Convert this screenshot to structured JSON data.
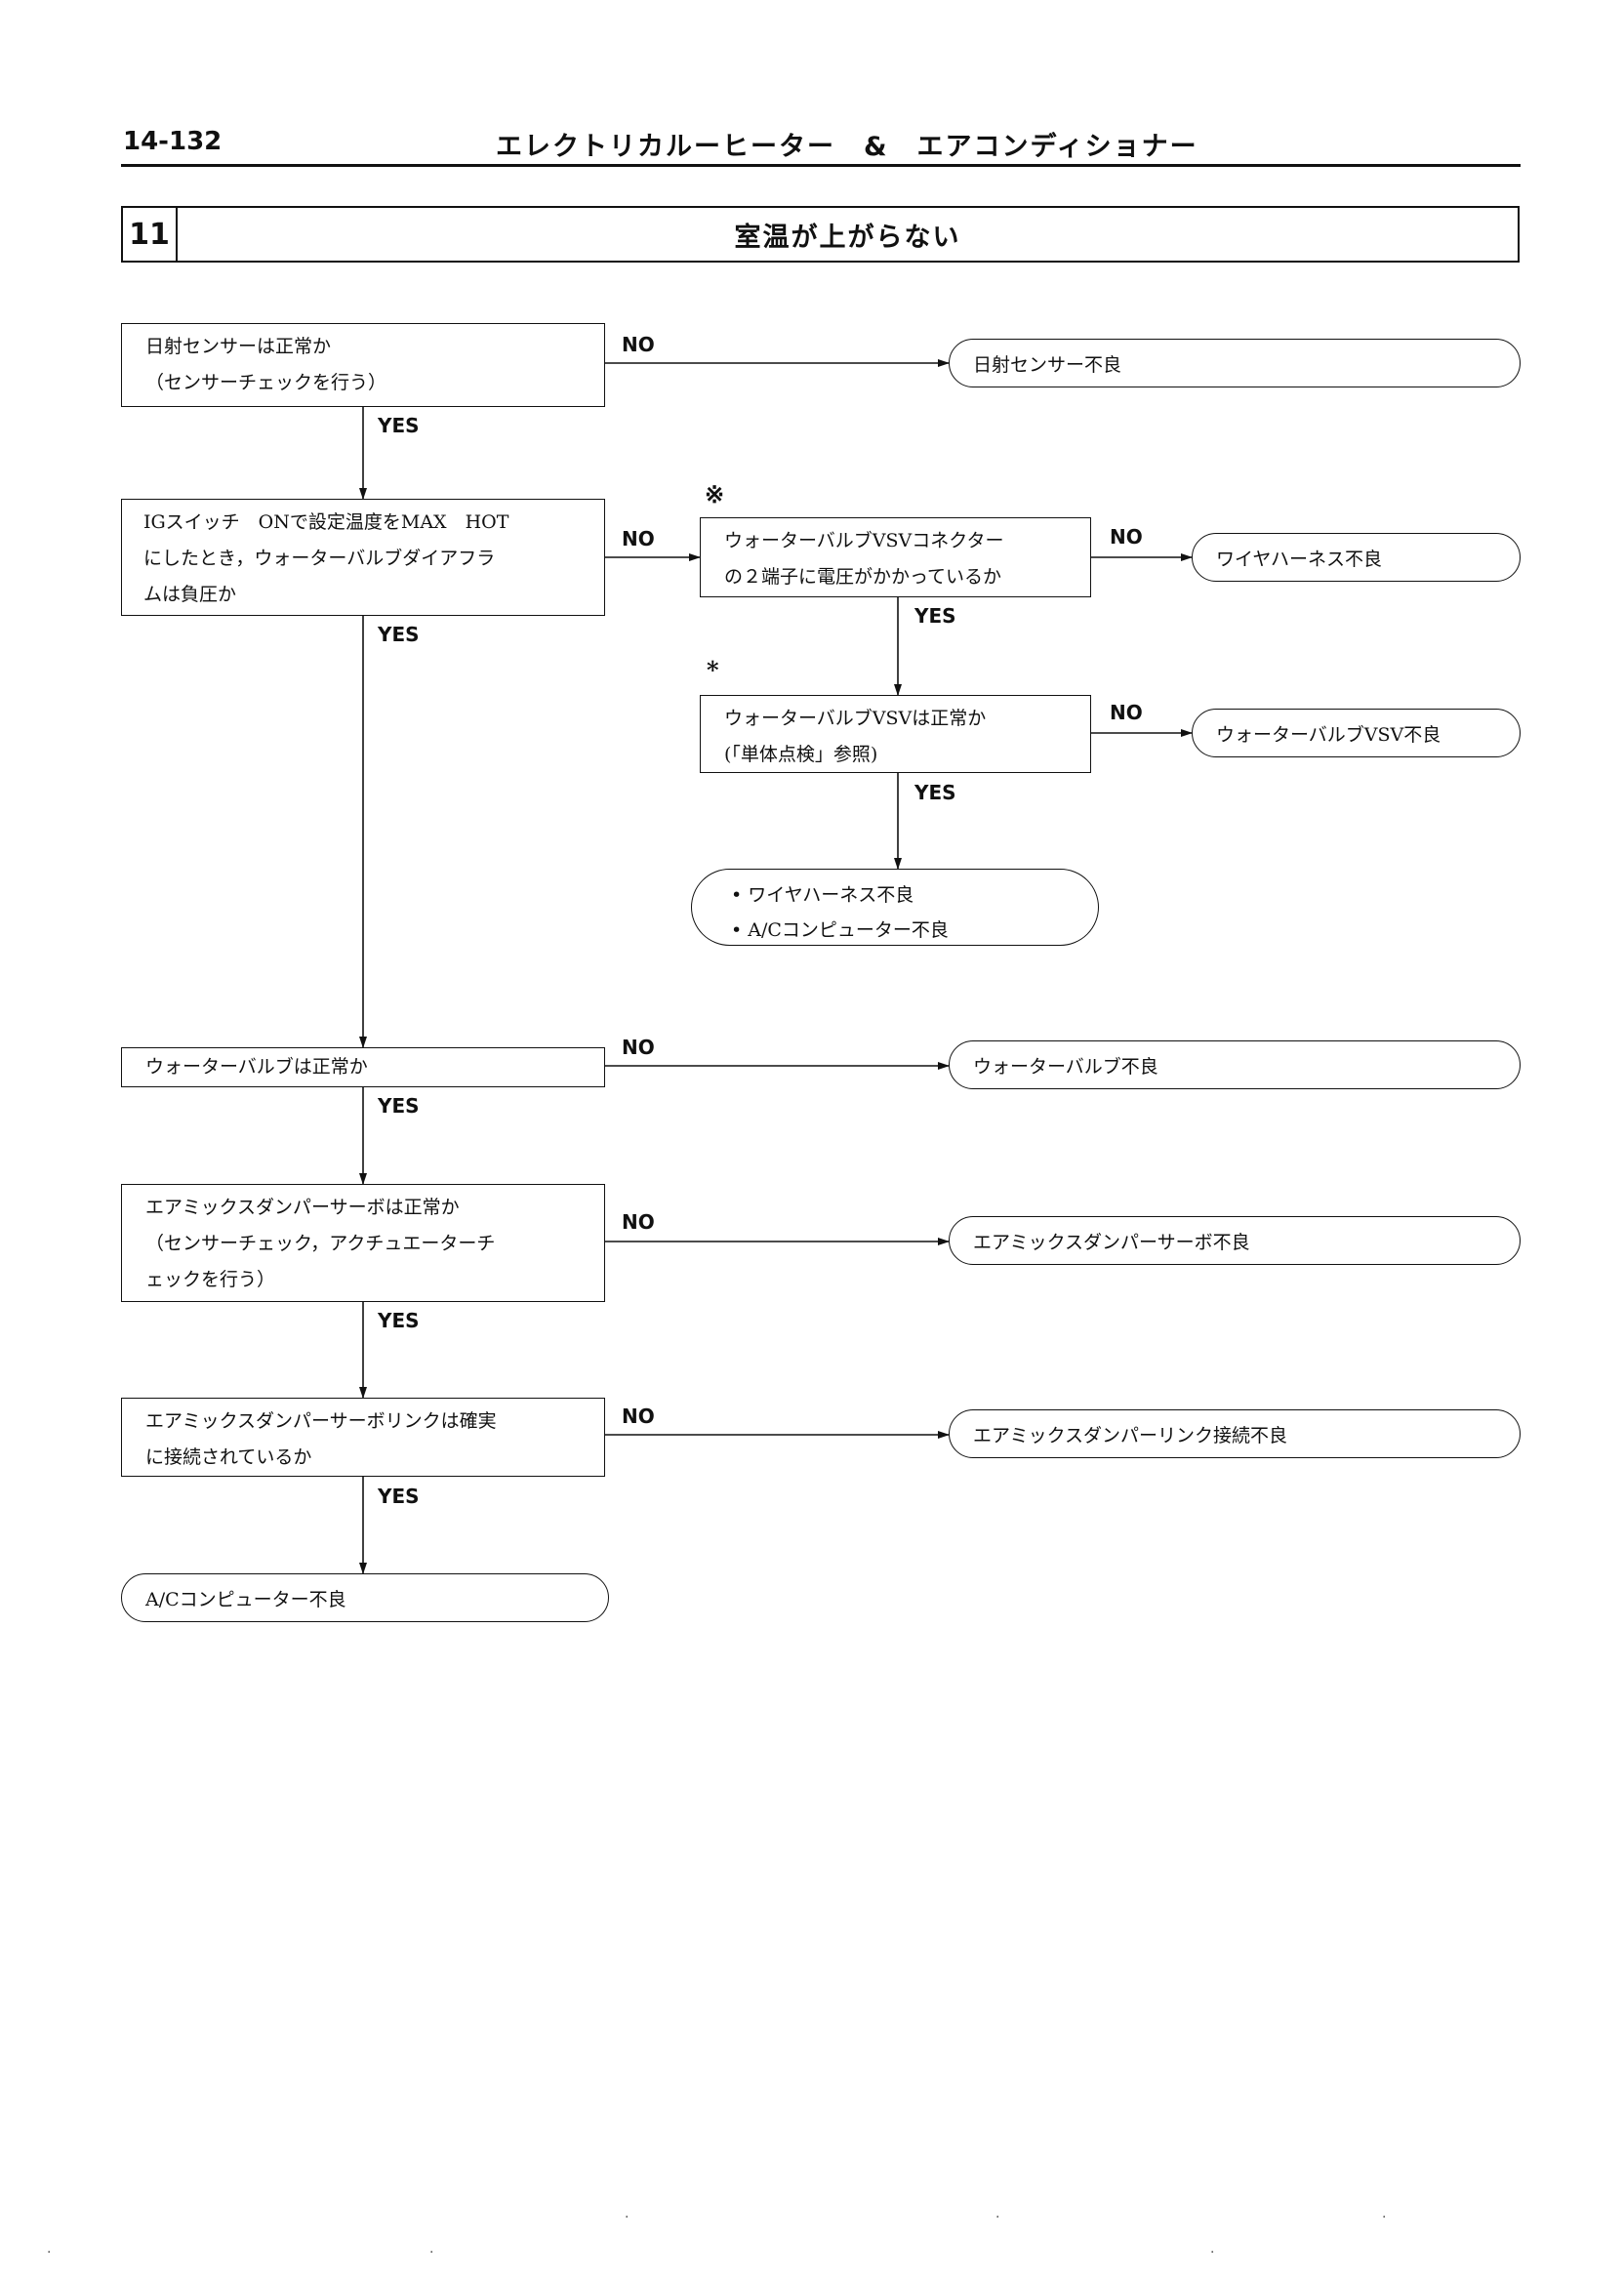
{
  "header": {
    "page_number": "14-132",
    "chapter_title": "エレクトリカルーヒーター　&　エアコンディショナー"
  },
  "section": {
    "number": "11",
    "title": "室温が上がらない"
  },
  "steps": {
    "solar_sensor": [
      "日射センサーは正常か",
      "（センサーチェックを行う）"
    ],
    "water_valve_diaphragm": [
      "IGスイッチ　ONで設定温度をMAX　HOT",
      "にしたとき，ウォーターバルブダイアフラ",
      "ムは負圧か"
    ],
    "vsv_connector": [
      "ウォーターバルブVSVコネクター",
      "の２端子に電圧がかかっているか"
    ],
    "vsv_check": [
      "ウォーターバルブVSVは正常か",
      "(「単体点検」参照)"
    ],
    "water_valve": [
      "ウォーターバルブは正常か"
    ],
    "damper_servo": [
      "エアミックスダンパーサーボは正常か",
      "（センサーチェック，アクチュエーターチ",
      "ェックを行う）"
    ],
    "damper_link": [
      "エアミックスダンパーサーボリンクは確実",
      "に接続されているか"
    ]
  },
  "results": {
    "solar_sensor_fault": "日射センサー不良",
    "wire_harness_fault": "ワイヤハーネス不良",
    "vsv_fault": "ウォーターバルブVSV不良",
    "combined_fault": [
      "• ワイヤハーネス不良",
      "• A/Cコンピューター不良"
    ],
    "water_valve_fault": "ウォーターバルブ不良",
    "damper_servo_fault": "エアミックスダンパーサーボ不良",
    "damper_link_fault": "エアミックスダンパーリンク接続不良",
    "ac_computer_fault": "A/Cコンピューター不良"
  },
  "labels": {
    "no": "NO",
    "yes": "YES",
    "mark_reference": "※",
    "mark_asterisk": "*"
  }
}
